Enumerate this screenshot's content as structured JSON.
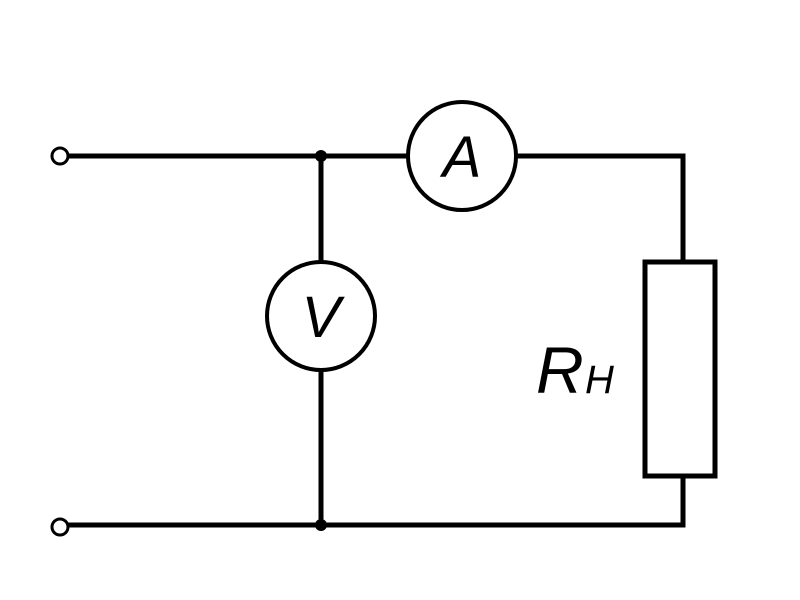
{
  "diagram": {
    "ammeter": {
      "symbol": "A"
    },
    "voltmeter": {
      "symbol": "V"
    },
    "load_resistor": {
      "symbol": "R",
      "subscript": "H"
    }
  },
  "colors": {
    "line": "#000000",
    "background": "#ffffff"
  }
}
